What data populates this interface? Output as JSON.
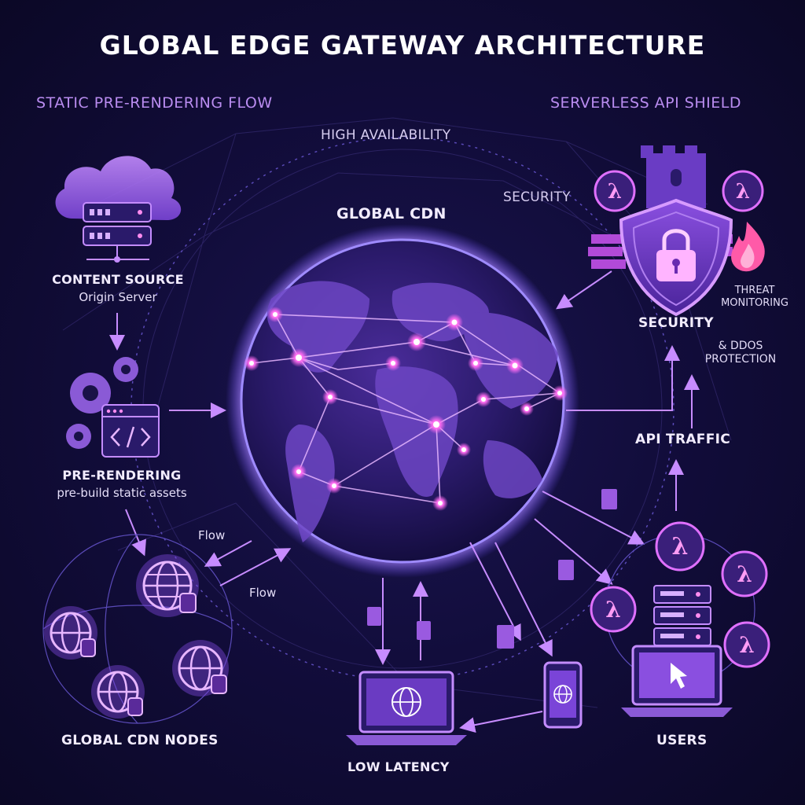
{
  "title": "GLOBAL EDGE GATEWAY ARCHITECTURE",
  "left_section": {
    "heading": "STATIC PRE-RENDERING FLOW"
  },
  "right_section": {
    "heading": "SERVERLESS API SHIELD"
  },
  "top_labels": {
    "high_availability": "HIGH AVAILABILITY",
    "global_cdn": "GLOBAL CDN",
    "security_top": "SECURITY"
  },
  "content_source": {
    "title": "CONTENT SOURCE",
    "subtitle": "Origin Server"
  },
  "pre_rendering": {
    "title": "PRE-RENDERING",
    "subtitle": "pre-build static assets"
  },
  "flow_labels": {
    "flow_1": "Flow",
    "flow_2": "Flow"
  },
  "cdn_nodes": {
    "title": "GLOBAL CDN NODES"
  },
  "low_latency": {
    "title": "LOW LATENCY"
  },
  "security": {
    "threat_line1": "THREAT",
    "threat_line2": "MONITORING",
    "title": "SECURITY",
    "ddos_line1": "& DDOS",
    "ddos_line2": "PROTECTION"
  },
  "api_traffic": {
    "title": "API TRAFFIC"
  },
  "users": {
    "title": "USERS"
  },
  "colors": {
    "accent": "#c05cf2",
    "accent_light": "#e28bff",
    "node": "#ff7cf0",
    "bg": "#120d3c"
  }
}
